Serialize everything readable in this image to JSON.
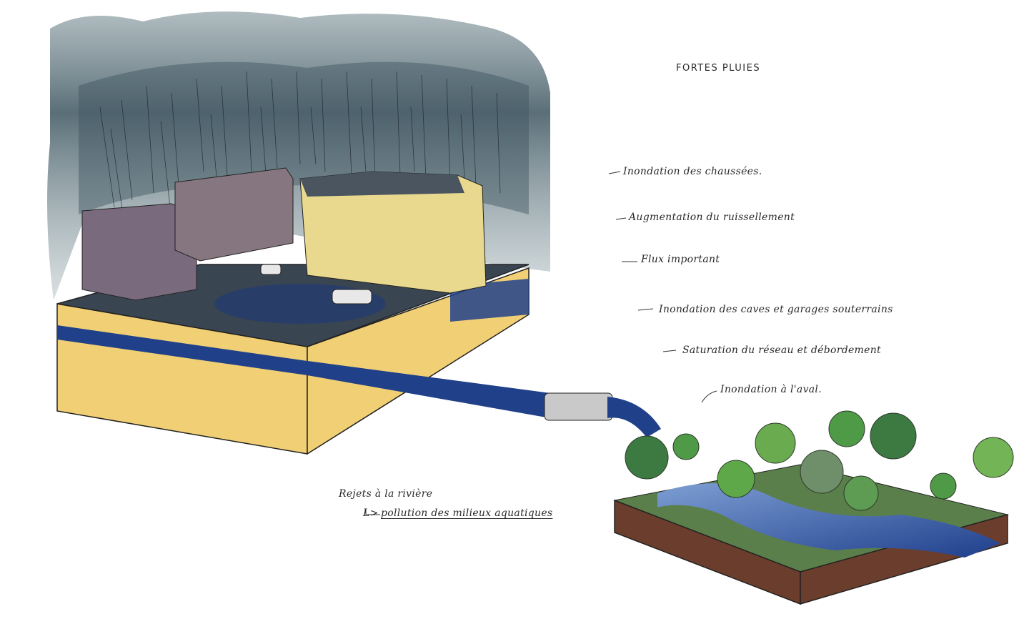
{
  "title": "FORTES PLUIES",
  "annotations": [
    "Inondation des chaussées.",
    "Augmentation du ruissellement",
    "Flux important",
    "Inondation des caves et garages souterrains",
    "Saturation du réseau et débordement",
    "Inondation à l'aval."
  ],
  "outfall": {
    "line1": "Rejets à la rivière",
    "arrow": "L>",
    "line2": "pollution des milieux aquatiques"
  },
  "colors": {
    "storm": "#3d5560",
    "water": "#20418a",
    "soil": "#f1cf74",
    "earth": "#6b3d2c",
    "tree": "#4f9a47"
  }
}
